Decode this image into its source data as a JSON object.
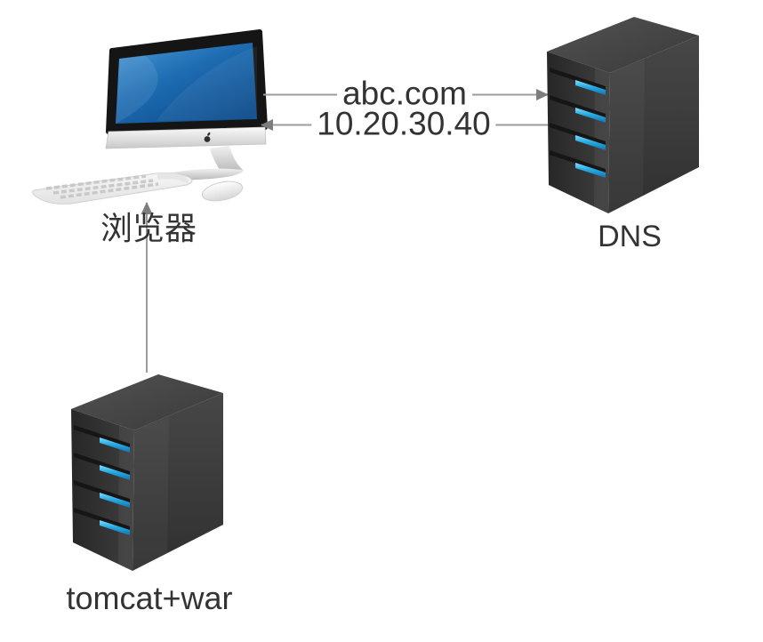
{
  "diagram": {
    "background_color": "#ffffff",
    "connector_color": "#9d9d9d",
    "arrowhead_color": "#7d7d7d",
    "label_color": "#333333",
    "nodes": {
      "browser": {
        "label": "浏览器",
        "icon": "imac-computer-icon"
      },
      "dns": {
        "label": "DNS",
        "icon": "server-tower-icon"
      },
      "tomcat": {
        "label": "tomcat+war",
        "icon": "server-tower-icon"
      }
    },
    "edges": [
      {
        "label": "abc.com",
        "from": "browser",
        "to": "dns"
      },
      {
        "label": "10.20.30.40",
        "from": "dns",
        "to": "browser"
      },
      {
        "label": "",
        "from": "tomcat",
        "to": "browser"
      }
    ],
    "server_colors": {
      "body": "#3a3a3a",
      "slot": "#161616",
      "led": "#29abe2"
    },
    "screen_color": "#1e6cb2"
  }
}
